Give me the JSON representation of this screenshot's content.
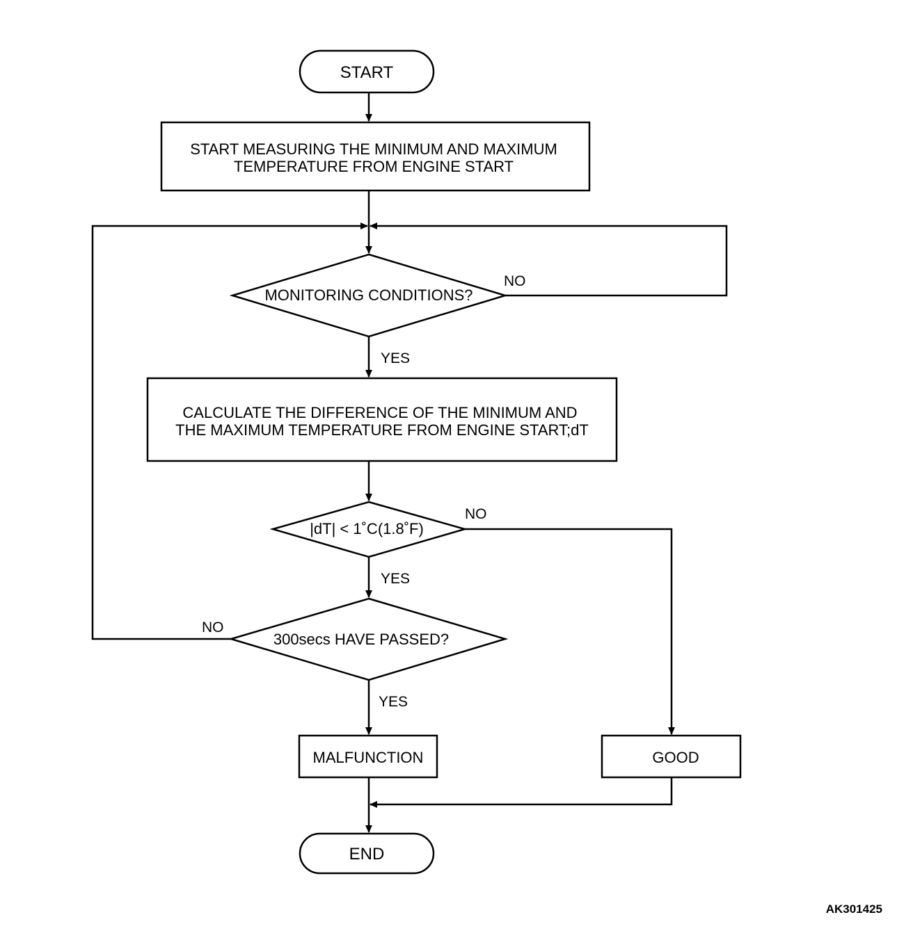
{
  "diagram": {
    "nodes": {
      "start": "START",
      "measure_line1": "START MEASURING THE MINIMUM AND MAXIMUM",
      "measure_line2": "TEMPERATURE FROM ENGINE START",
      "monitoring": "MONITORING CONDITIONS?",
      "calc_line1": "CALCULATE THE DIFFERENCE OF THE MINIMUM AND",
      "calc_line2": "THE MAXIMUM TEMPERATURE FROM ENGINE START;dT",
      "dt_check": "|dT| < 1˚C(1.8˚F)",
      "timer": "300secs HAVE PASSED?",
      "malfunction": "MALFUNCTION",
      "good": "GOOD",
      "end": "END"
    },
    "edge_labels": {
      "monitoring_no": "NO",
      "monitoring_yes": "YES",
      "dt_no": "NO",
      "dt_yes": "YES",
      "timer_no": "NO",
      "timer_yes": "YES"
    },
    "figure_code": "AK301425"
  }
}
